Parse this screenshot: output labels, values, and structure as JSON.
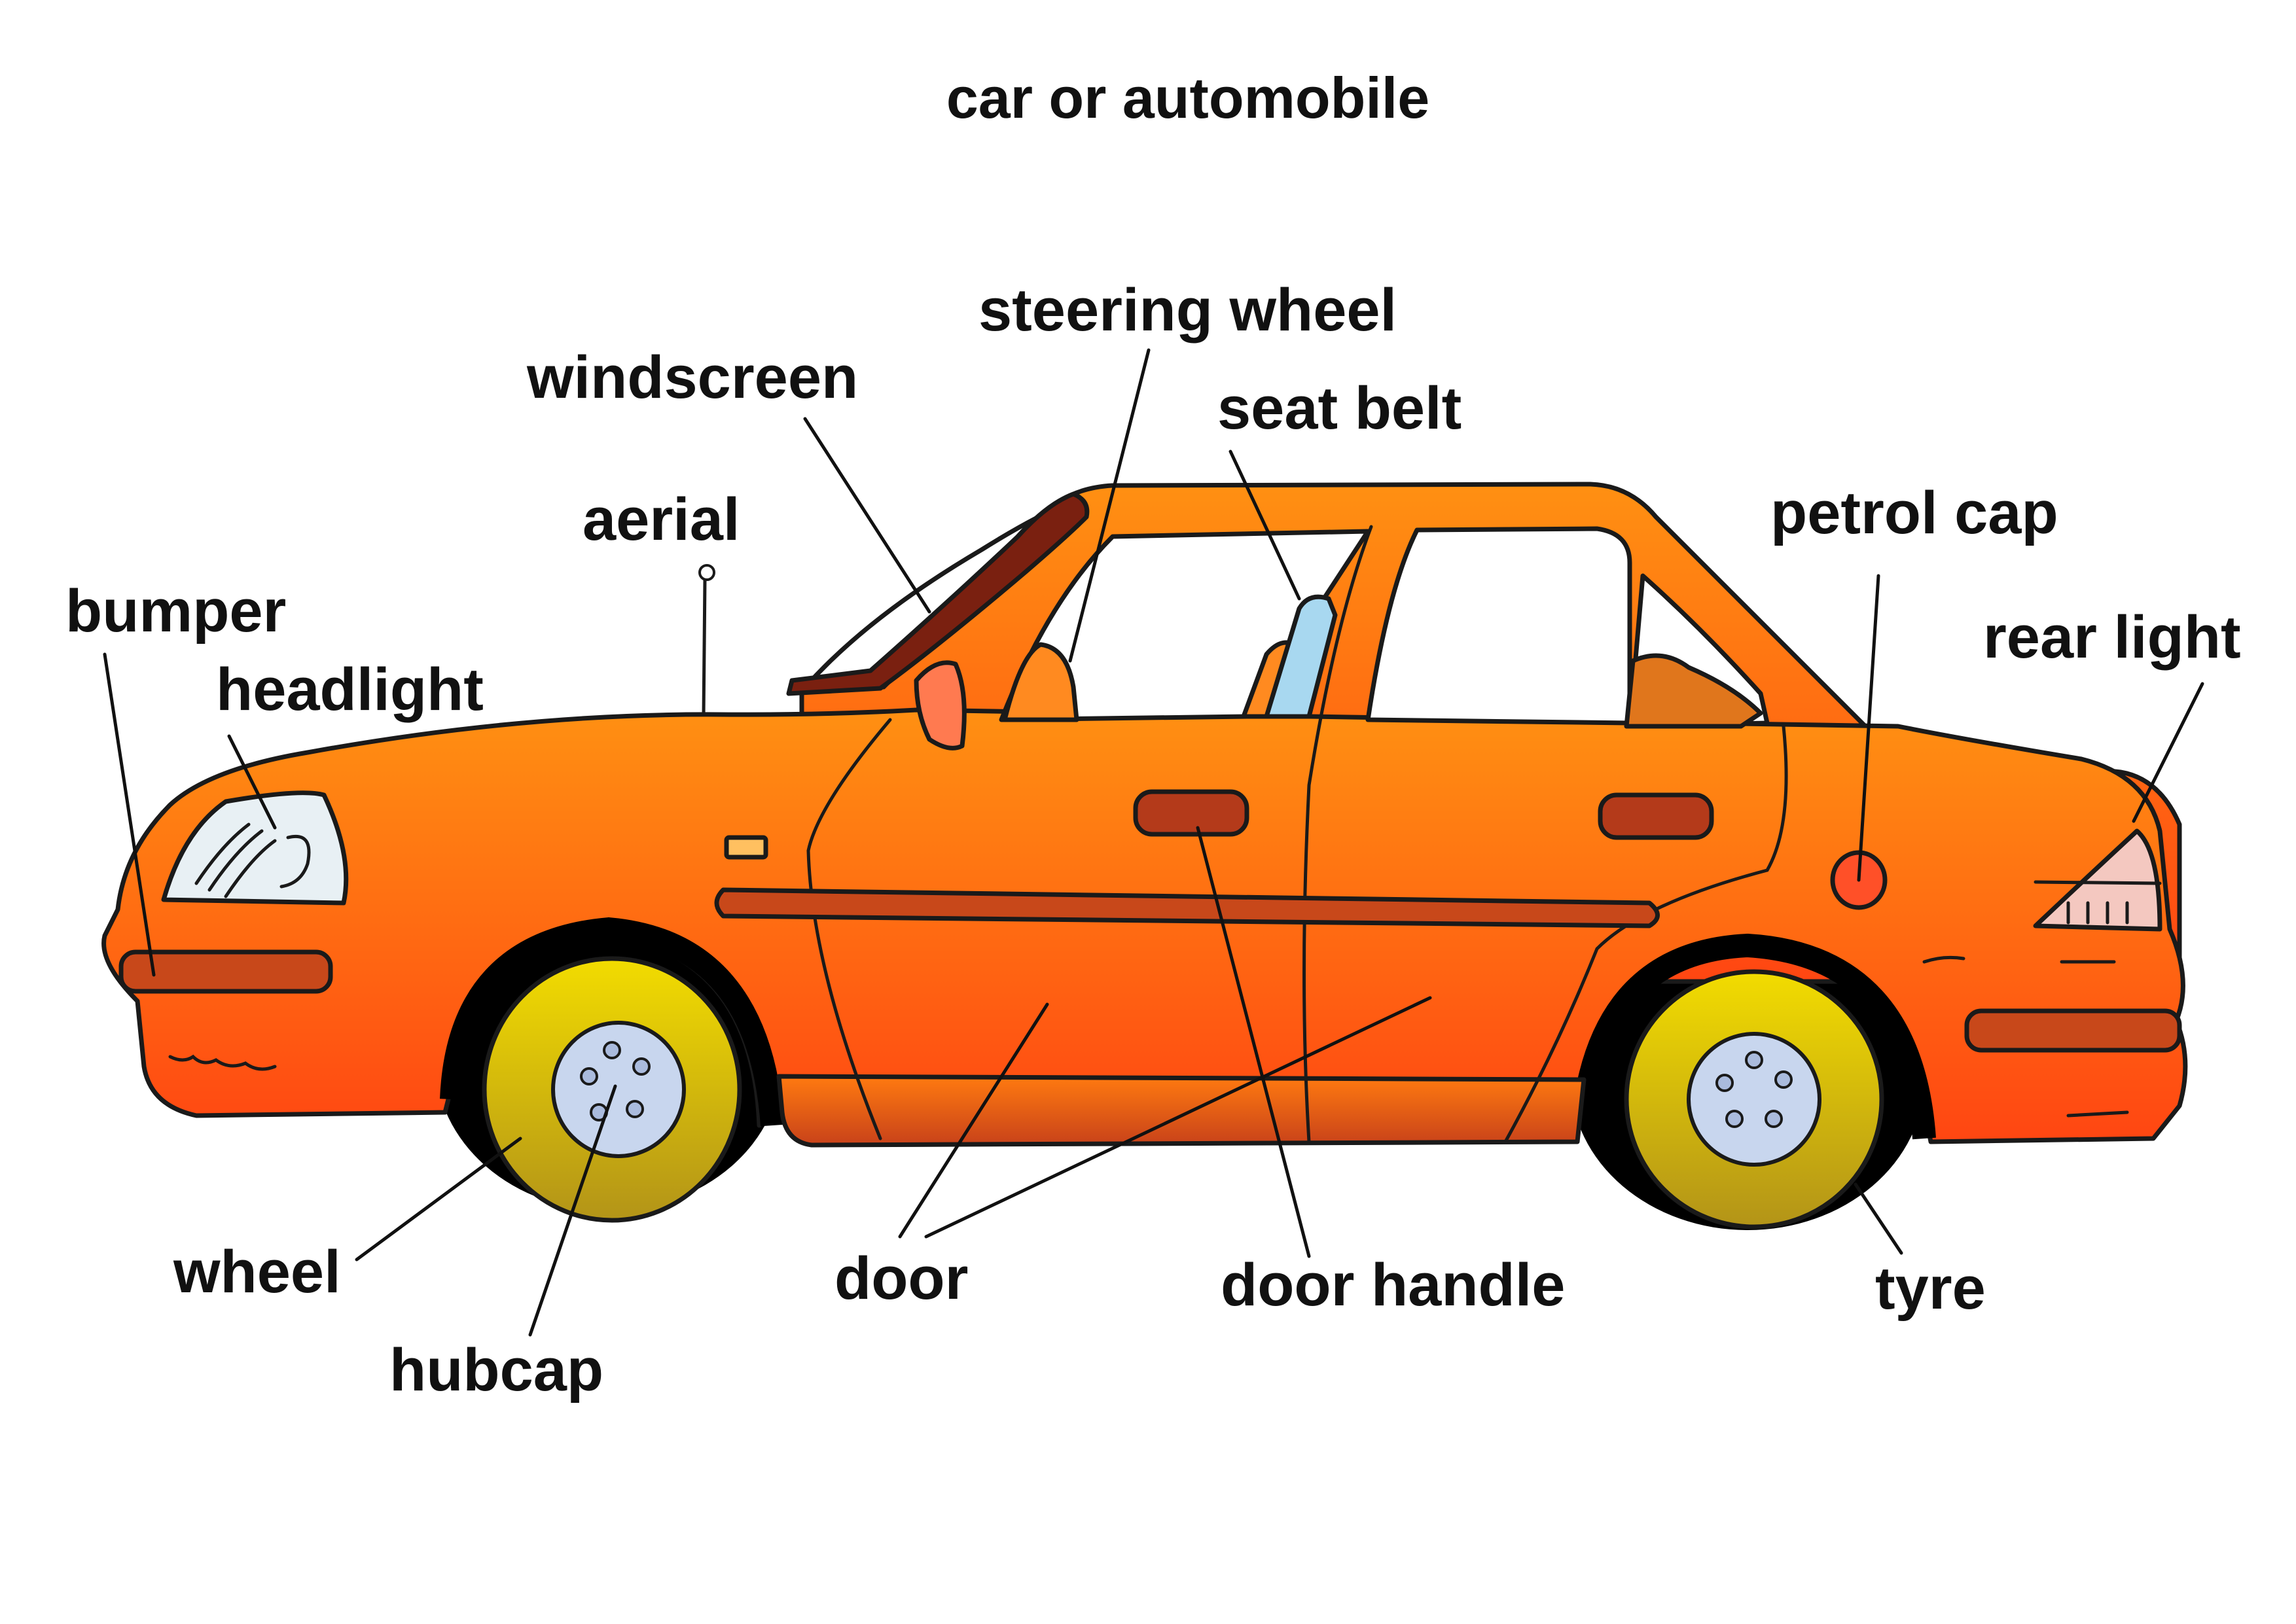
{
  "title": "car or automobile",
  "labels": {
    "steering_wheel": "steering wheel",
    "windscreen": "windscreen",
    "seat_belt": "seat belt",
    "aerial": "aerial",
    "petrol_cap": "petrol cap",
    "bumper": "bumper",
    "headlight": "headlight",
    "rear_light": "rear light",
    "wheel": "wheel",
    "hubcap": "hubcap",
    "door": "door",
    "door_handle": "door handle",
    "tyre": "tyre"
  },
  "colors": {
    "body_top": "#ff8a12",
    "body_bottom": "#ff4a12",
    "trim": "#b43a1a",
    "window_frame": "#7a2010",
    "glass": "#ffffff",
    "headlight_glass": "#e8f0f4",
    "rear_light": "#f4c8c0",
    "wheel_top": "#f0d800",
    "wheel_bottom": "#b89a18",
    "hubcap": "#c8d6ee",
    "tyre": "#000000",
    "seat_belt": "#a8d8f0",
    "text": "#111111"
  }
}
